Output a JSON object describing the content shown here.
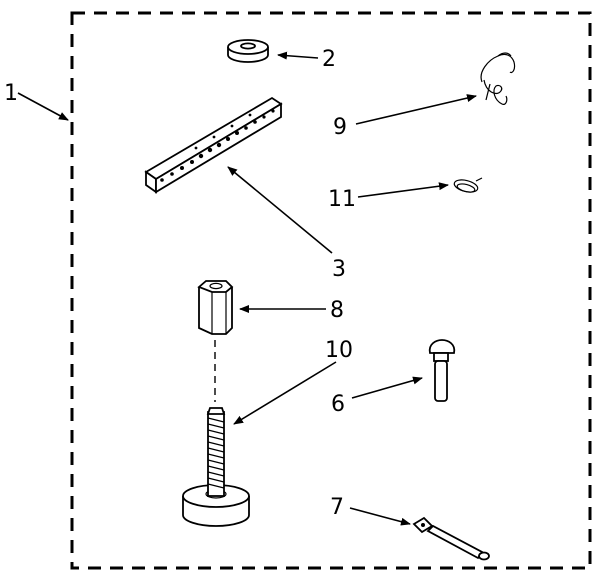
{
  "callouts": {
    "kit": "1",
    "washer": "2",
    "bracket": "3",
    "bolt": "6",
    "tie": "7",
    "nut": "8",
    "hook": "9",
    "leveling_leg": "10",
    "clip": "11"
  }
}
